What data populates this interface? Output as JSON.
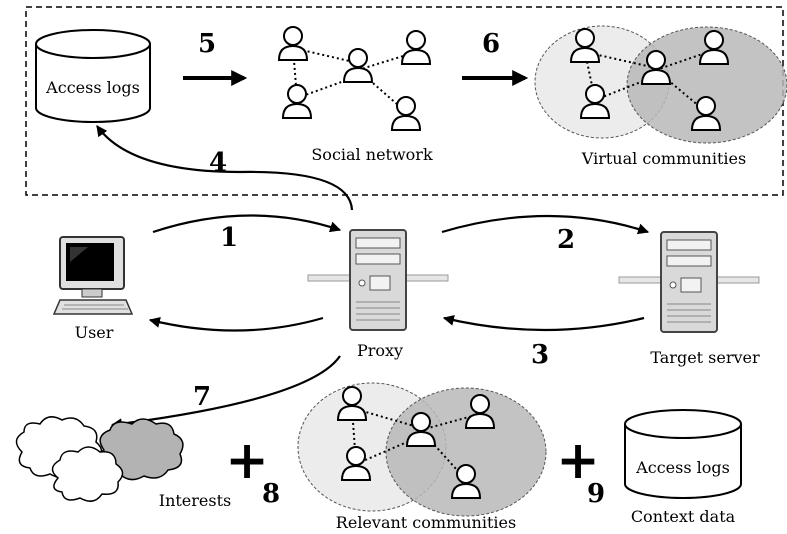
{
  "labels": {
    "access_logs_top": "Access logs",
    "social_network": "Social network",
    "virtual_communities": "Virtual communities",
    "user": "User",
    "proxy": "Proxy",
    "target_server": "Target server",
    "interests": "Interests",
    "relevant_communities": "Relevant communities",
    "access_logs_bottom": "Access logs",
    "context_data": "Context data"
  },
  "steps": {
    "s1": "1",
    "s2": "2",
    "s3": "3",
    "s4": "4",
    "s5": "5",
    "s6": "6",
    "s7": "7",
    "s8": "8",
    "s9": "9"
  },
  "operators": {
    "plus_left": "+",
    "plus_right": "+"
  },
  "colors": {
    "light_community": "#ececec",
    "dark_community": "#b8b8b8",
    "dark_cloud": "#b3b3b3",
    "server_body": "#d9d9d9"
  }
}
